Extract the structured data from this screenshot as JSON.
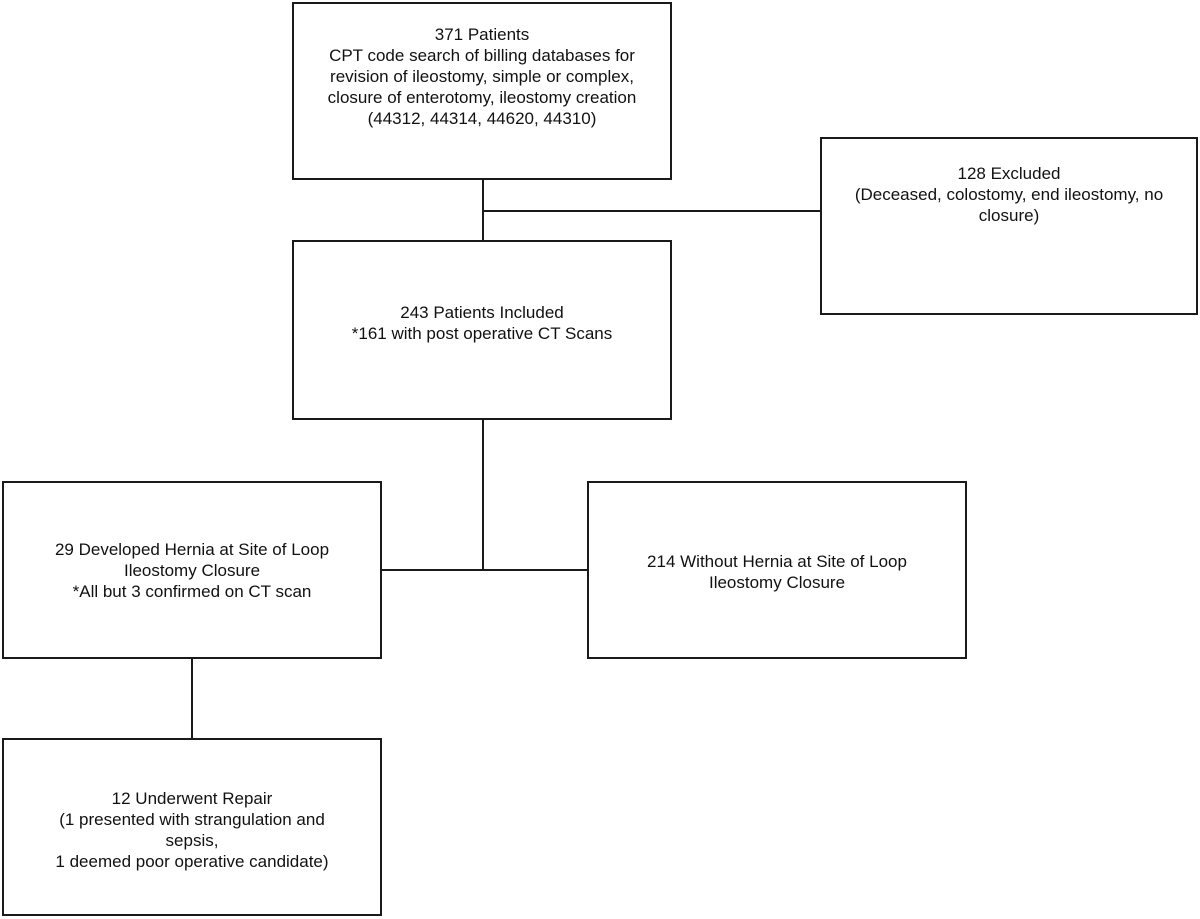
{
  "flowchart": {
    "boxes": [
      {
        "id": "screened",
        "lines": [
          "371 Patients",
          "CPT code search of billing databases for",
          "revision of ileostomy, simple or complex,",
          "closure of enterotomy, ileostomy creation",
          "(44312, 44314, 44620, 44310)"
        ]
      },
      {
        "id": "excluded",
        "lines": [
          "128 Excluded",
          "(Deceased, colostomy, end ileostomy, no",
          "closure)"
        ]
      },
      {
        "id": "included",
        "lines": [
          "243 Patients Included",
          "*161 with post operative CT Scans"
        ]
      },
      {
        "id": "hernia",
        "lines": [
          "29 Developed Hernia at Site of Loop",
          "Ileostomy Closure",
          "*All but 3 confirmed on CT scan"
        ]
      },
      {
        "id": "no-hernia",
        "lines": [
          "214 Without Hernia at Site of Loop",
          "Ileostomy Closure"
        ]
      },
      {
        "id": "repair",
        "lines": [
          "12 Underwent Repair",
          "(1 presented with strangulation and",
          "sepsis,",
          "1 deemed poor operative candidate)"
        ]
      }
    ]
  }
}
